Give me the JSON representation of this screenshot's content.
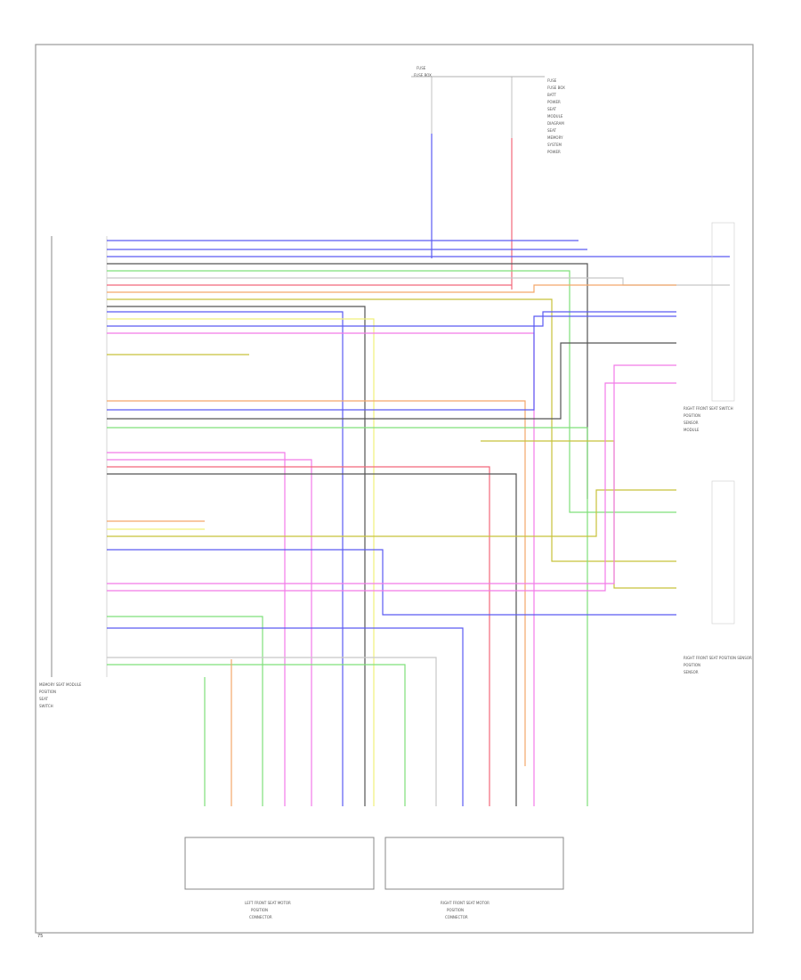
{
  "diagram": {
    "page_id": "75",
    "fuse_top": "FUSE",
    "fuse_box": "FUSE BOX",
    "module_label": "MEMORY SEAT MODULE",
    "left_motor_label": "LEFT FRONT SEAT MOTOR",
    "right_motor_label": "RIGHT FRONT SEAT MOTOR",
    "right_side_upper_label": "RIGHT FRONT SEAT SWITCH",
    "right_side_lower_label": "RIGHT FRONT SEAT POSITION SENSOR"
  },
  "wire_colors": {
    "blue": "#5b5bf2",
    "red": "#f2677a",
    "green": "#7fe07a",
    "yellow": "#f0f07a",
    "pink": "#f27ae8",
    "orange": "#f4a86a",
    "gray": "#8a8a8a",
    "black": "#404040",
    "light_gray": "#c8c8c8",
    "light_blue": "#8aa8ff",
    "teal": "#4cc6c0",
    "olive": "#c8c23a"
  }
}
